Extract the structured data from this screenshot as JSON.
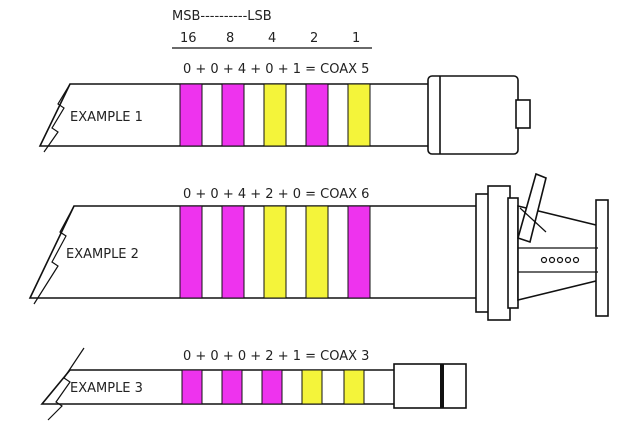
{
  "colors": {
    "magenta": "#ee33ee",
    "yellow": "#f4f43a",
    "line": "#111111"
  },
  "header": {
    "msb_lsb": "MSB----------LSB",
    "weights": [
      "16",
      "8",
      "4",
      "2",
      "1"
    ]
  },
  "examples": [
    {
      "label": "EXAMPLE  1",
      "equation": "0 + 0 + 4 + 0 + 1  =  COAX  5",
      "bands": [
        "magenta",
        "magenta",
        "yellow",
        "magenta",
        "yellow"
      ]
    },
    {
      "label": "EXAMPLE  2",
      "equation": "0 + 0 + 4 + 2 + 0  =  COAX  6",
      "bands": [
        "magenta",
        "magenta",
        "yellow",
        "yellow",
        "magenta"
      ]
    },
    {
      "label": "EXAMPLE  3",
      "equation": "0 + 0 + 0 + 2 + 1  =  COAX  3",
      "bands": [
        "magenta",
        "magenta",
        "magenta",
        "yellow",
        "yellow"
      ]
    }
  ]
}
